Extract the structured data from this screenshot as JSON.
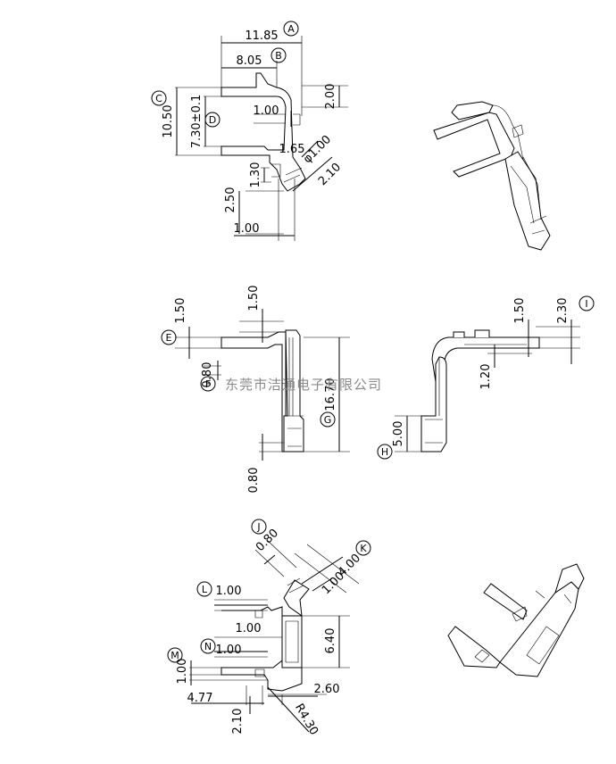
{
  "drawing": {
    "watermark": "东莞市洁通电子有限公司",
    "balloons": [
      "A",
      "B",
      "C",
      "D",
      "E",
      "F",
      "G",
      "H",
      "I",
      "J",
      "K",
      "L",
      "M",
      "N"
    ],
    "view1_dims": {
      "d_11_85": "11.85",
      "d_8_05": "8.05",
      "d_10_50": "10.50",
      "d_7_30": "7.30±0.1",
      "d_2_00": "2.00",
      "d_1_00a": "1.00",
      "d_1_65": "1.65",
      "d_phi": "φ1.00",
      "d_1_30": "1.30",
      "d_2_10": "2.10",
      "d_2_50": "2.50",
      "d_1_00b": "1.00"
    },
    "view2_dims": {
      "d_1_50a": "1.50",
      "d_1_50b": "1.50",
      "d_0_80a": "0.80",
      "d_16_70": "16.70",
      "d_0_80b": "0.80"
    },
    "view3_dims": {
      "d_1_50": "1.50",
      "d_2_30": "2.30",
      "d_1_20": "1.20",
      "d_5_00": "5.00"
    },
    "view4_dims": {
      "d_0_80": "0.80",
      "d_4_00": "4.00",
      "d_1_00k": "1.00",
      "d_1_00l": "1.00",
      "d_1_00c": "1.00",
      "d_6_40": "6.40",
      "d_1_00n": "1.00",
      "d_1_00m": "1.00",
      "d_4_77": "4.77",
      "d_2_60": "2.60",
      "d_2_10": "2.10",
      "d_r430": "R4.30"
    }
  }
}
